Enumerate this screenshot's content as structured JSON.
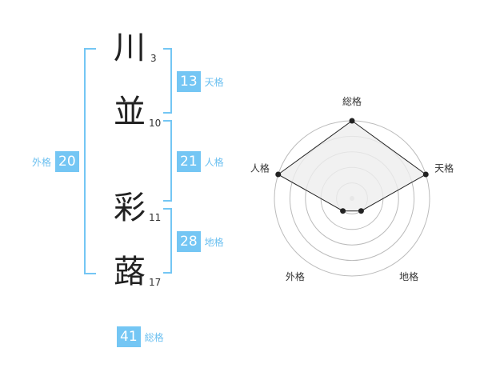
{
  "name": {
    "characters": [
      {
        "char": "川",
        "strokes": "3"
      },
      {
        "char": "並",
        "strokes": "10"
      },
      {
        "char": "彩",
        "strokes": "11"
      },
      {
        "char": "蕗",
        "strokes": "17"
      }
    ]
  },
  "fortune": {
    "tenkaku": {
      "value": "13",
      "label": "天格"
    },
    "jinkaku": {
      "value": "21",
      "label": "人格"
    },
    "chikaku": {
      "value": "28",
      "label": "地格"
    },
    "gaikaku": {
      "value": "20",
      "label": "外格"
    },
    "soukaku": {
      "value": "41",
      "label": "総格"
    }
  },
  "radar": {
    "axes": [
      "総格",
      "天格",
      "地格",
      "外格",
      "人格"
    ],
    "levels": 5,
    "scores": [
      5,
      5,
      1,
      1,
      5
    ],
    "max_score": 5,
    "colors": {
      "fill": "#eeeeee",
      "stroke": "#222222",
      "ring": "#bbbbbb",
      "center": "#cccccc"
    }
  }
}
